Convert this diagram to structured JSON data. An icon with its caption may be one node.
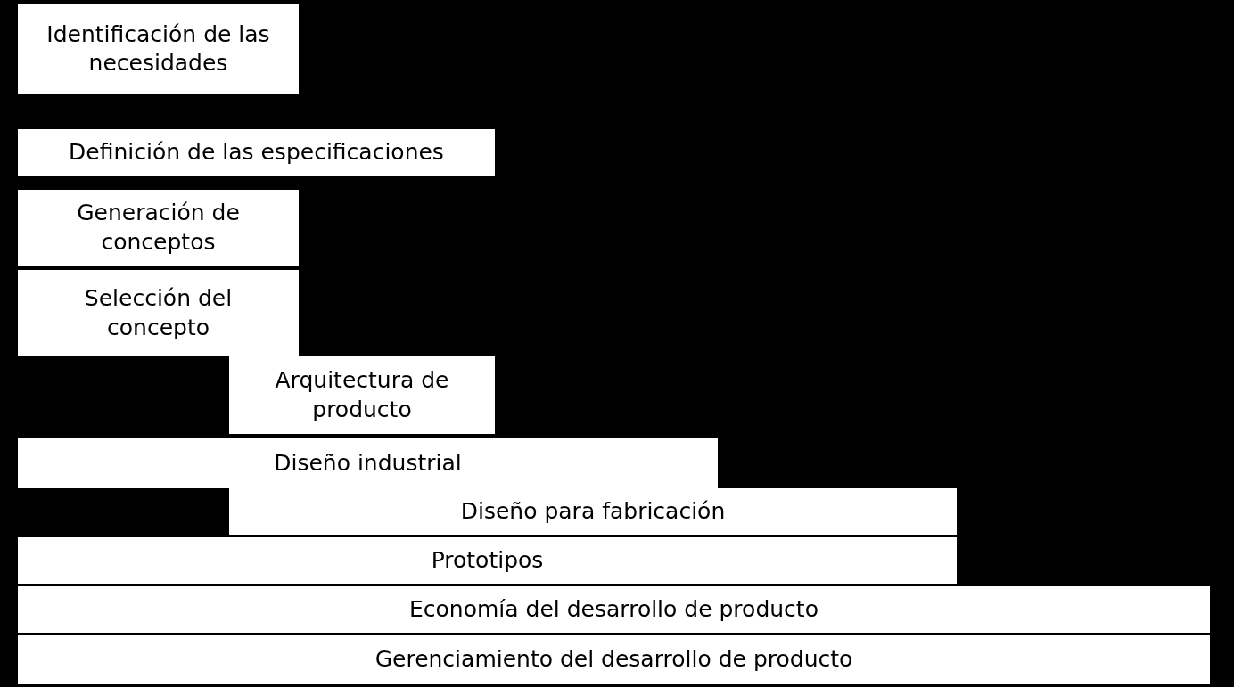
{
  "diagram": {
    "nodes": [
      {
        "text": [
          "Identificación de las necesidades"
        ]
      },
      {
        "text": [
          "Definición de las especificaciones"
        ]
      },
      {
        "text": [
          "Generación de conceptos"
        ]
      },
      {
        "text": [
          "Selección del concepto"
        ]
      },
      {
        "text": [
          "Arquitectura de producto"
        ]
      },
      {
        "text": [
          "Diseño industrial"
        ]
      },
      {
        "text": [
          "Diseño para fabricación"
        ]
      },
      {
        "text": [
          "Prototipos"
        ]
      },
      {
        "text": [
          "Economía del desarrollo de producto"
        ]
      },
      {
        "text": [
          "Gerenciamiento del desarrollo de producto"
        ]
      }
    ]
  }
}
